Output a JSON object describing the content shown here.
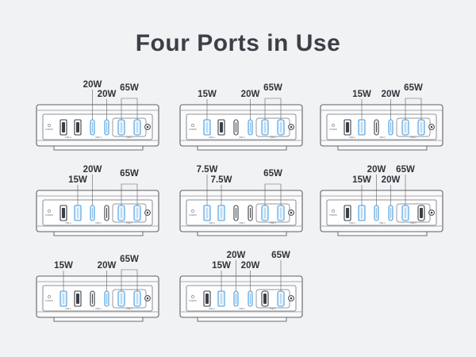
{
  "title": "Four Ports in Use",
  "port_labels": {
    "usb_a": "USB-A",
    "usb_c_small": "USB-C",
    "usb_c": "USB-C",
    "power": "POWER"
  },
  "colors": {
    "device_outline": "#5b6068",
    "active_port": "#4c9ee0",
    "inactive_port": "#3a3e45",
    "panel_bg": "#ffffff"
  },
  "configs": [
    {
      "id": "config-1",
      "active": [
        false,
        false,
        true,
        true,
        true,
        true
      ],
      "labels": [
        {
          "text": "20W",
          "ports": [
            2
          ]
        },
        {
          "text": "20W",
          "ports": [
            3
          ]
        },
        {
          "text": "65W",
          "ports": [
            4,
            5
          ]
        }
      ]
    },
    {
      "id": "config-2",
      "active": [
        true,
        false,
        false,
        true,
        true,
        true
      ],
      "labels": [
        {
          "text": "15W",
          "ports": [
            0
          ]
        },
        {
          "text": "20W",
          "ports": [
            3
          ]
        },
        {
          "text": "65W",
          "ports": [
            4,
            5
          ]
        }
      ]
    },
    {
      "id": "config-3",
      "active": [
        false,
        true,
        false,
        true,
        true,
        true
      ],
      "labels": [
        {
          "text": "15W",
          "ports": [
            1
          ]
        },
        {
          "text": "20W",
          "ports": [
            3
          ]
        },
        {
          "text": "65W",
          "ports": [
            4,
            5
          ]
        }
      ]
    },
    {
      "id": "config-4",
      "active": [
        false,
        true,
        true,
        false,
        true,
        true
      ],
      "labels": [
        {
          "text": "15W",
          "ports": [
            1
          ]
        },
        {
          "text": "20W",
          "ports": [
            2
          ]
        },
        {
          "text": "65W",
          "ports": [
            4,
            5
          ]
        }
      ]
    },
    {
      "id": "config-5",
      "active": [
        true,
        true,
        false,
        false,
        true,
        true
      ],
      "labels": [
        {
          "text": "7.5W",
          "ports": [
            0
          ]
        },
        {
          "text": "7.5W",
          "ports": [
            1
          ]
        },
        {
          "text": "65W",
          "ports": [
            4,
            5
          ]
        }
      ]
    },
    {
      "id": "config-6",
      "active": [
        false,
        true,
        true,
        true,
        true,
        false
      ],
      "labels": [
        {
          "text": "15W",
          "ports": [
            1
          ]
        },
        {
          "text": "20W",
          "ports": [
            2
          ]
        },
        {
          "text": "20W",
          "ports": [
            3
          ]
        },
        {
          "text": "65W",
          "ports": [
            4
          ]
        }
      ]
    },
    {
      "id": "config-7",
      "active": [
        true,
        false,
        false,
        true,
        true,
        true
      ],
      "labels": [
        {
          "text": "15W",
          "ports": [
            0
          ]
        },
        {
          "text": "20W",
          "ports": [
            3
          ]
        },
        {
          "text": "65W",
          "ports": [
            4,
            5
          ]
        }
      ]
    },
    {
      "id": "config-8",
      "active": [
        false,
        true,
        true,
        true,
        false,
        true
      ],
      "labels": [
        {
          "text": "15W",
          "ports": [
            1
          ]
        },
        {
          "text": "20W",
          "ports": [
            2
          ]
        },
        {
          "text": "20W",
          "ports": [
            3
          ]
        },
        {
          "text": "65W",
          "ports": [
            5
          ]
        }
      ]
    }
  ]
}
